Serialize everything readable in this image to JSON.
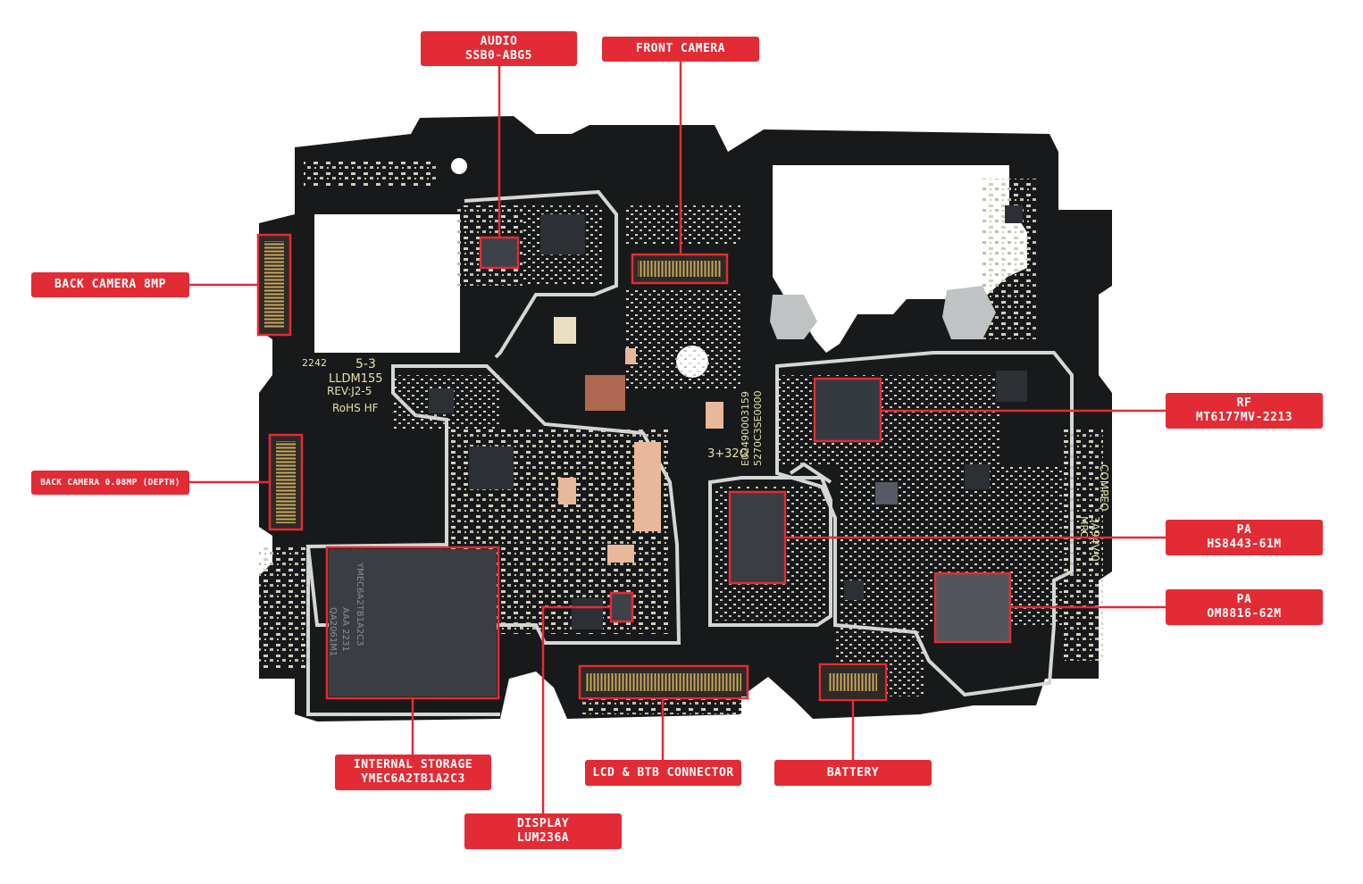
{
  "diagram": {
    "callouts": [
      {
        "id": "audio",
        "lines": [
          "AUDIO",
          "SSB0-ABG5"
        ]
      },
      {
        "id": "front-camera",
        "lines": [
          "FRONT CAMERA"
        ]
      },
      {
        "id": "back-camera-8mp",
        "lines": [
          "BACK CAMERA 8MP"
        ]
      },
      {
        "id": "back-camera-depth",
        "lines": [
          "BACK CAMERA 0.08MP (DEPTH)"
        ]
      },
      {
        "id": "rf",
        "lines": [
          "RF",
          "MT6177MV-2213"
        ]
      },
      {
        "id": "pa-1",
        "lines": [
          "PA",
          "HS8443-61M"
        ]
      },
      {
        "id": "pa-2",
        "lines": [
          "PA",
          "OM8816-62M"
        ]
      },
      {
        "id": "internal-storage",
        "lines": [
          "INTERNAL STORAGE",
          "YMEC6A2TB1A2C3"
        ]
      },
      {
        "id": "lcd-btb",
        "lines": [
          "LCD & BTB CONNECTOR"
        ]
      },
      {
        "id": "battery",
        "lines": [
          "BATTERY"
        ]
      },
      {
        "id": "display",
        "lines": [
          "DISPLAY",
          "LUM236A"
        ]
      }
    ],
    "board_markings": {
      "date_code": "2242",
      "rev_top": "5-3",
      "model": "LLDM155",
      "rev": "REV:J2-5",
      "rohs": "RoHS HF",
      "ram_rom": "3+32G",
      "serial_1": "E02490003159",
      "serial_2": "5270C3SE0000",
      "vendor": "COMPEQ",
      "vendor_code": "3A94V-0",
      "vendor_sub": "MRC",
      "storage_chip_text_1": "YMEC6A2TB1A2C3",
      "storage_chip_text_2": "AAA 2231",
      "storage_chip_text_3": "QA2061M1"
    },
    "colors": {
      "callout": "#e32b35",
      "board": "#17191a",
      "shield": "#d5d7d4",
      "pad": "#c8b06a"
    }
  }
}
